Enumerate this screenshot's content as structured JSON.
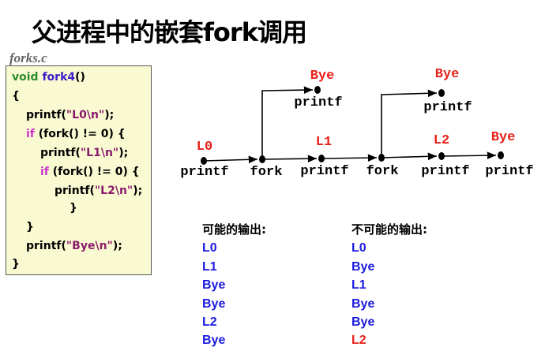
{
  "title": "父进程中的嵌套fork调用",
  "filename": "forks.c",
  "code": {
    "l1a": "void",
    "l1b": "fork4",
    "l1c": "()",
    "l2": "{",
    "l3a": "printf(",
    "l3b": "\"L0\\n\"",
    "l3c": ");",
    "l4a": "if",
    "l4b": " (fork() != 0) {",
    "l5a": "printf(",
    "l5b": "\"L1\\n\"",
    "l5c": ");",
    "l6a": "if",
    "l6b": " (fork() != 0) {",
    "l7a": "printf(",
    "l7b": "\"L2\\n\"",
    "l7c": ");",
    "l8": "}",
    "l9": "}",
    "l10a": "printf(",
    "l10b": "\"Bye\\n\"",
    "l10c": ");",
    "l11": "}"
  },
  "diagram": {
    "main": [
      "printf",
      "fork",
      "printf",
      "fork",
      "printf",
      "printf"
    ],
    "main_outputs": [
      "L0",
      "",
      "L1",
      "",
      "L2",
      "Bye"
    ],
    "branch1_label": "printf",
    "branch1_output": "Bye",
    "branch2_label": "printf",
    "branch2_output": "Bye"
  },
  "possible": {
    "header": "可能的输出:",
    "items": [
      "L0",
      "L1",
      "Bye",
      "Bye",
      "L2",
      "Bye"
    ]
  },
  "impossible": {
    "header": "不可能的输出:",
    "items": [
      "L0",
      "Bye",
      "L1",
      "Bye",
      "Bye",
      "L2"
    ]
  },
  "colors": {
    "output": "#e8201a",
    "list": "#1a1ae0"
  }
}
